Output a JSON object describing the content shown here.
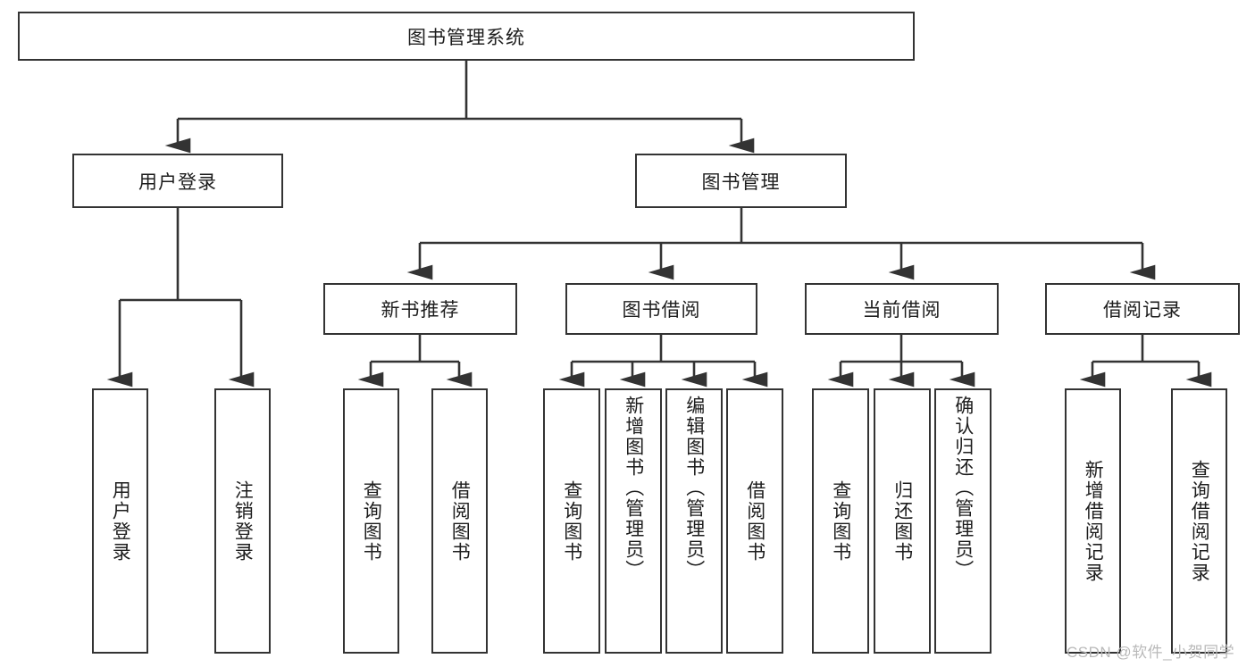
{
  "diagram": {
    "title": "图书管理系统",
    "type": "functional-structure-tree",
    "root": {
      "label": "图书管理系统"
    },
    "level2": [
      {
        "label": "用户登录"
      },
      {
        "label": "图书管理"
      }
    ],
    "level3": [
      {
        "label": "新书推荐"
      },
      {
        "label": "图书借阅"
      },
      {
        "label": "当前借阅"
      },
      {
        "label": "借阅记录"
      }
    ],
    "leaves": {
      "user_login": [
        {
          "label": "用户登录"
        },
        {
          "label": "注销登录"
        }
      ],
      "new_book_recommend": [
        {
          "label": "查询图书"
        },
        {
          "label": "借阅图书"
        }
      ],
      "book_borrow": [
        {
          "label": "查询图书"
        },
        {
          "label": "新增图书（管理员）"
        },
        {
          "label": "编辑图书（管理员）"
        },
        {
          "label": "借阅图书"
        }
      ],
      "current_borrow": [
        {
          "label": "查询图书"
        },
        {
          "label": "归还图书"
        },
        {
          "label": "确认归还（管理员）"
        }
      ],
      "borrow_record": [
        {
          "label": "新增借阅记录"
        },
        {
          "label": "查询借阅记录"
        }
      ]
    },
    "watermark": "CSDN @软件_小贺同学",
    "colors": {
      "stroke": "#333333",
      "background": "#ffffff",
      "text": "#1d1d1d",
      "watermark": "#b9b9b9"
    }
  }
}
